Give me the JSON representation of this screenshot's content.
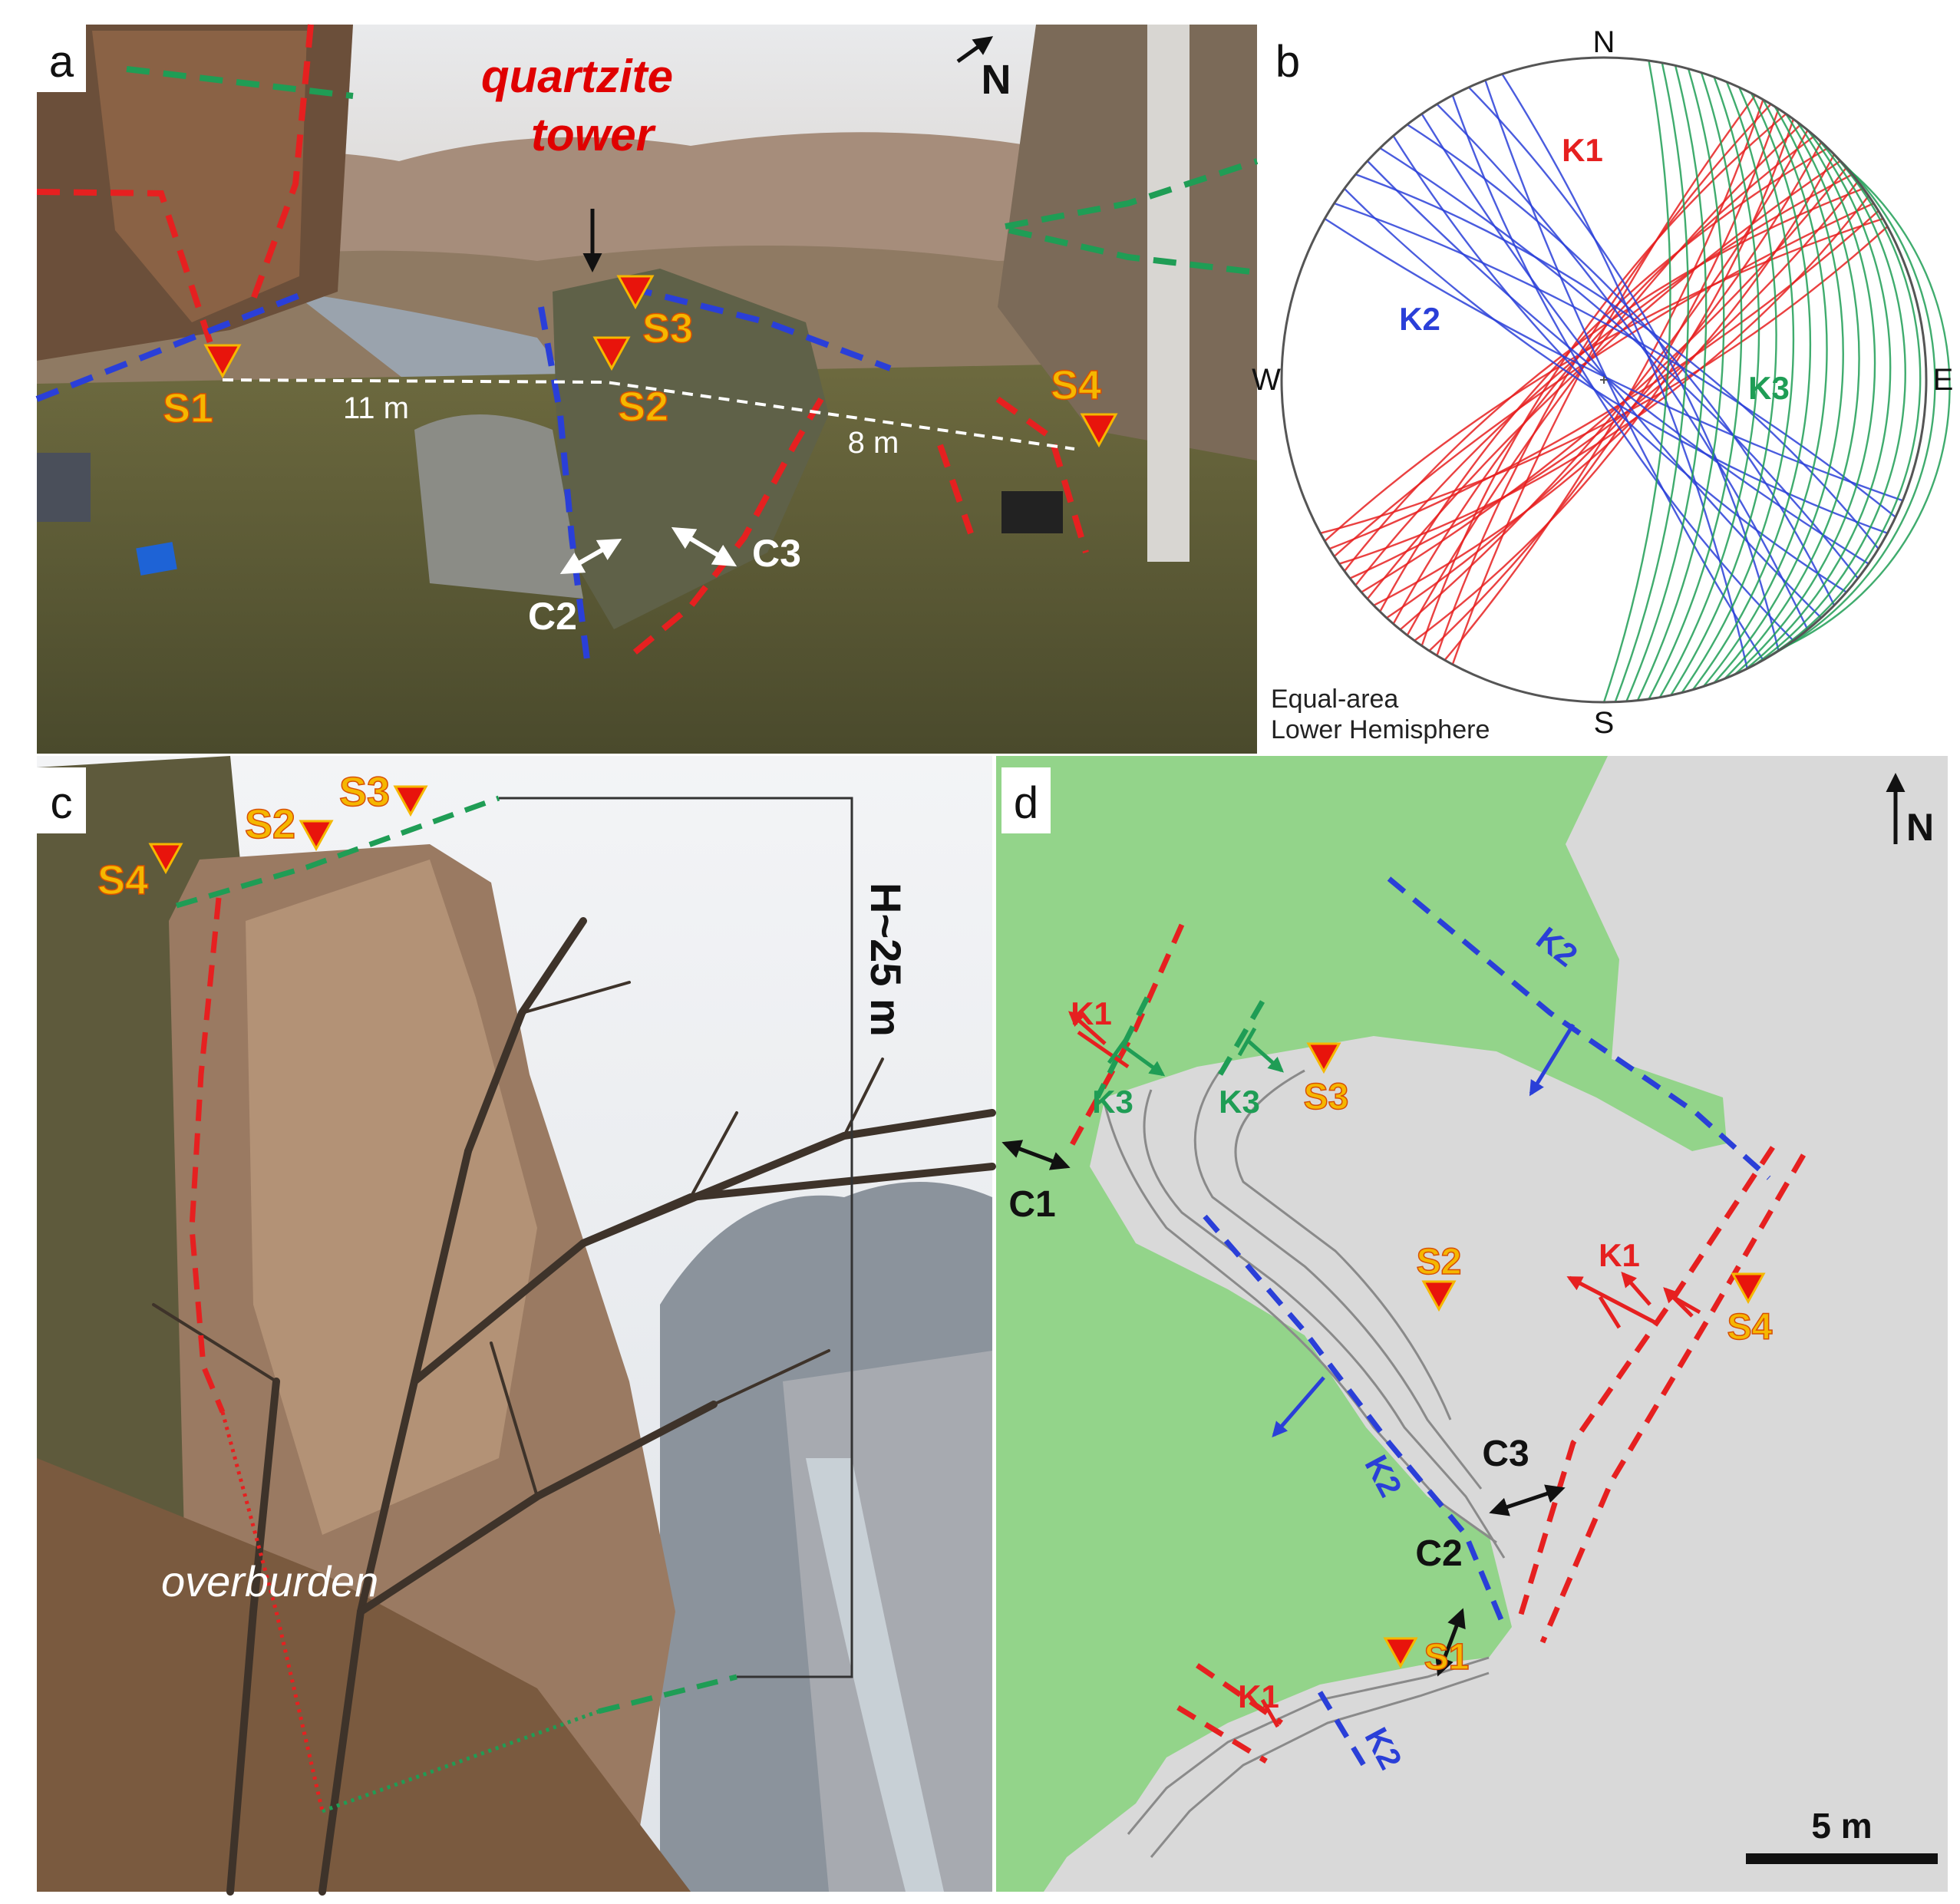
{
  "colors": {
    "k1": "#e62020",
    "k2": "#2a3fd8",
    "k3": "#1f9d55",
    "station_fill": "#e8140c",
    "station_text": "#f5b700",
    "station_outline": "#d85000",
    "map_green": "#93d48a",
    "map_grey": "#d9d9d9"
  },
  "panels": {
    "a": {
      "letter": "a",
      "title_line1": "quartzite",
      "title_line2": "tower",
      "north": "N",
      "stations": [
        "S1",
        "S2",
        "S3",
        "S4"
      ],
      "distances": [
        "11 m",
        "8 m"
      ],
      "cracks": [
        "C2",
        "C3"
      ]
    },
    "b": {
      "letter": "b",
      "dir_n": "N",
      "dir_s": "S",
      "dir_e": "E",
      "dir_w": "W",
      "sets": [
        "K1",
        "K2",
        "K3"
      ],
      "caption_line1": "Equal-area",
      "caption_line2": "Lower Hemisphere"
    },
    "c": {
      "letter": "c",
      "stations": [
        "S4",
        "S2",
        "S3"
      ],
      "height": "H~25 m",
      "overburden": "overburden"
    },
    "d": {
      "letter": "d",
      "north": "N",
      "stations": [
        "S1",
        "S2",
        "S3",
        "S4"
      ],
      "cracks": [
        "C1",
        "C2",
        "C3"
      ],
      "k1": "K1",
      "k2": "K2",
      "k3": "K3",
      "scale": "5 m"
    }
  }
}
